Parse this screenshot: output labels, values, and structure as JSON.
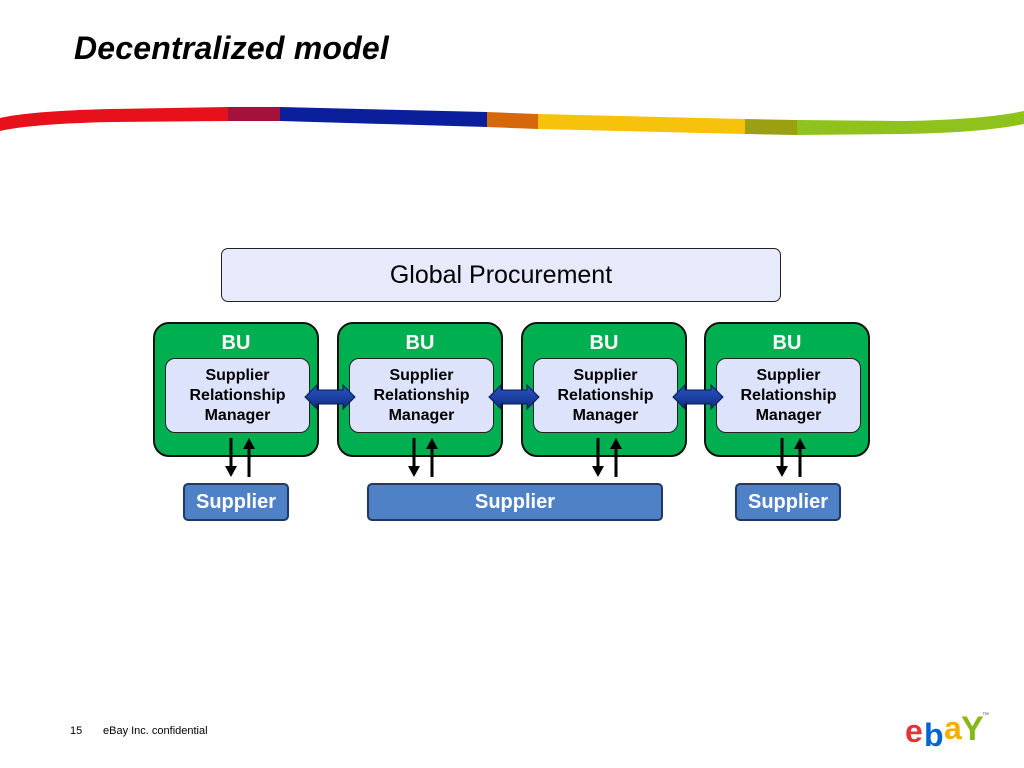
{
  "slide": {
    "title": "Decentralized model",
    "page_number": "15",
    "footer": "eBay Inc. confidential"
  },
  "diagram": {
    "top_box": "Global Procurement",
    "business_units": [
      {
        "label": "BU",
        "manager": [
          "Supplier",
          "Relationship",
          "Manager"
        ]
      },
      {
        "label": "BU",
        "manager": [
          "Supplier",
          "Relationship",
          "Manager"
        ]
      },
      {
        "label": "BU",
        "manager": [
          "Supplier",
          "Relationship",
          "Manager"
        ]
      },
      {
        "label": "BU",
        "manager": [
          "Supplier",
          "Relationship",
          "Manager"
        ]
      }
    ],
    "suppliers": [
      "Supplier",
      "Supplier",
      "Supplier"
    ]
  },
  "logo": {
    "letters": [
      "e",
      "b",
      "a",
      "Y"
    ],
    "trademark": "™"
  },
  "colors": {
    "bu_fill": "#00b050",
    "manager_fill": "#dce3fa",
    "supplier_fill": "#4f81c7",
    "connector_fill": "#1f3f99",
    "global_fill": "#e6eafa"
  }
}
